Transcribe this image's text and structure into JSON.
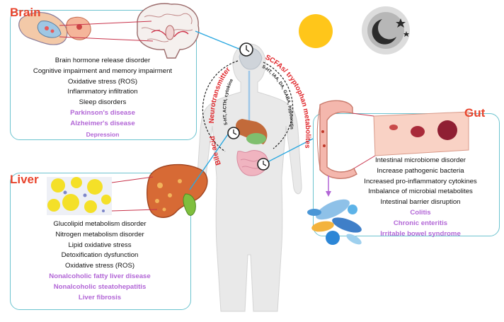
{
  "brain": {
    "heading": "Brain",
    "items": [
      "Brain hormone release disorder",
      "Cognitive impairment and memory impairment",
      "Oxidative stress (ROS)",
      "Inflammatory infiltration",
      "Sleep disorders"
    ],
    "diseases": [
      "Parkinson's disease",
      "Alzheimer's disease",
      "Depression"
    ]
  },
  "liver": {
    "heading": "Liver",
    "items": [
      "Glucolipid metabolism disorder",
      "Nitrogen metabolism disorder",
      "Lipid oxidative stress",
      "Detoxification dysfunction",
      "Oxidative stress (ROS)"
    ],
    "diseases": [
      "Nonalcoholic fatty liver disease",
      "Nonalcoholic steatohepatitis",
      "Liver fibrosis"
    ]
  },
  "gut": {
    "heading": "Gut",
    "items": [
      "Intestinal microbiome disorder",
      "Increase pathogenic bacteria",
      "Increased pro-inflammatory cytokines",
      "Imbalance of microbial metabolites",
      "Intestinal barrier disruption"
    ],
    "diseases": [
      "Colitis",
      "Chronic enteritis",
      "Irritable bowel syndrome"
    ]
  },
  "axis_labels": {
    "scfas": "SCFAs/ tryptophan metabolites",
    "scfas_detail": "5-HT, IAA, DA, GABA, hypocretin",
    "neuro": "Neurotransmitter",
    "neuro_detail": "5-HT, ACTH, cytokine",
    "bile": "Bile acid"
  },
  "icons": [
    "sun-icon",
    "moon-icon",
    "clock-icon",
    "neuron-icon",
    "brain-icon",
    "liver-icon",
    "intestine-icon",
    "bacteria-icon",
    "human-body-icon"
  ],
  "colors": {
    "heading": "#e8442c",
    "disease": "#b266d6",
    "panel_border": "#6cc3cf",
    "connector": "#2aa8e0",
    "axis_red": "#e0262b",
    "sun": "#ffc61a",
    "moon_bg": "#9a9a9a"
  }
}
